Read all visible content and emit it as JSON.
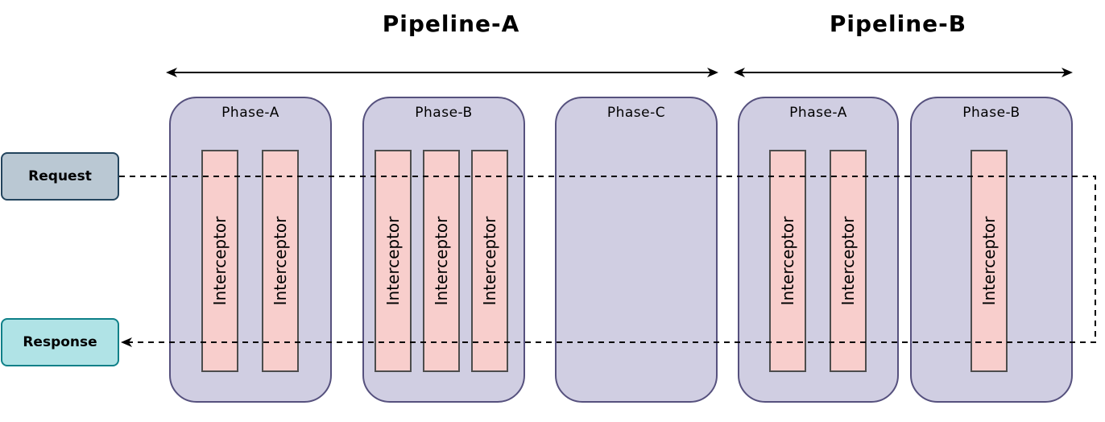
{
  "pipelines": [
    {
      "title": "Pipeline-A"
    },
    {
      "title": "Pipeline-B"
    }
  ],
  "phases": [
    {
      "label": "Phase-A",
      "pipeline": "Pipeline-A",
      "interceptors": [
        "Interceptor",
        "Interceptor"
      ]
    },
    {
      "label": "Phase-B",
      "pipeline": "Pipeline-A",
      "interceptors": [
        "Interceptor",
        "Interceptor",
        "Interceptor"
      ]
    },
    {
      "label": "Phase-C",
      "pipeline": "Pipeline-A",
      "interceptors": []
    },
    {
      "label": "Phase-A",
      "pipeline": "Pipeline-B",
      "interceptors": [
        "Interceptor",
        "Interceptor"
      ]
    },
    {
      "label": "Phase-B",
      "pipeline": "Pipeline-B",
      "interceptors": [
        "Interceptor"
      ]
    }
  ],
  "endpoints": {
    "request": "Request",
    "response": "Response"
  },
  "colors": {
    "phase_fill": "#d0cee2",
    "phase_border": "#56517e",
    "interceptor_fill": "#f8cecc",
    "interceptor_border": "#4d4d4d",
    "request_fill": "#bac8d3",
    "request_border": "#23445d",
    "response_fill": "#b0e3e6",
    "response_border": "#0e8088"
  }
}
